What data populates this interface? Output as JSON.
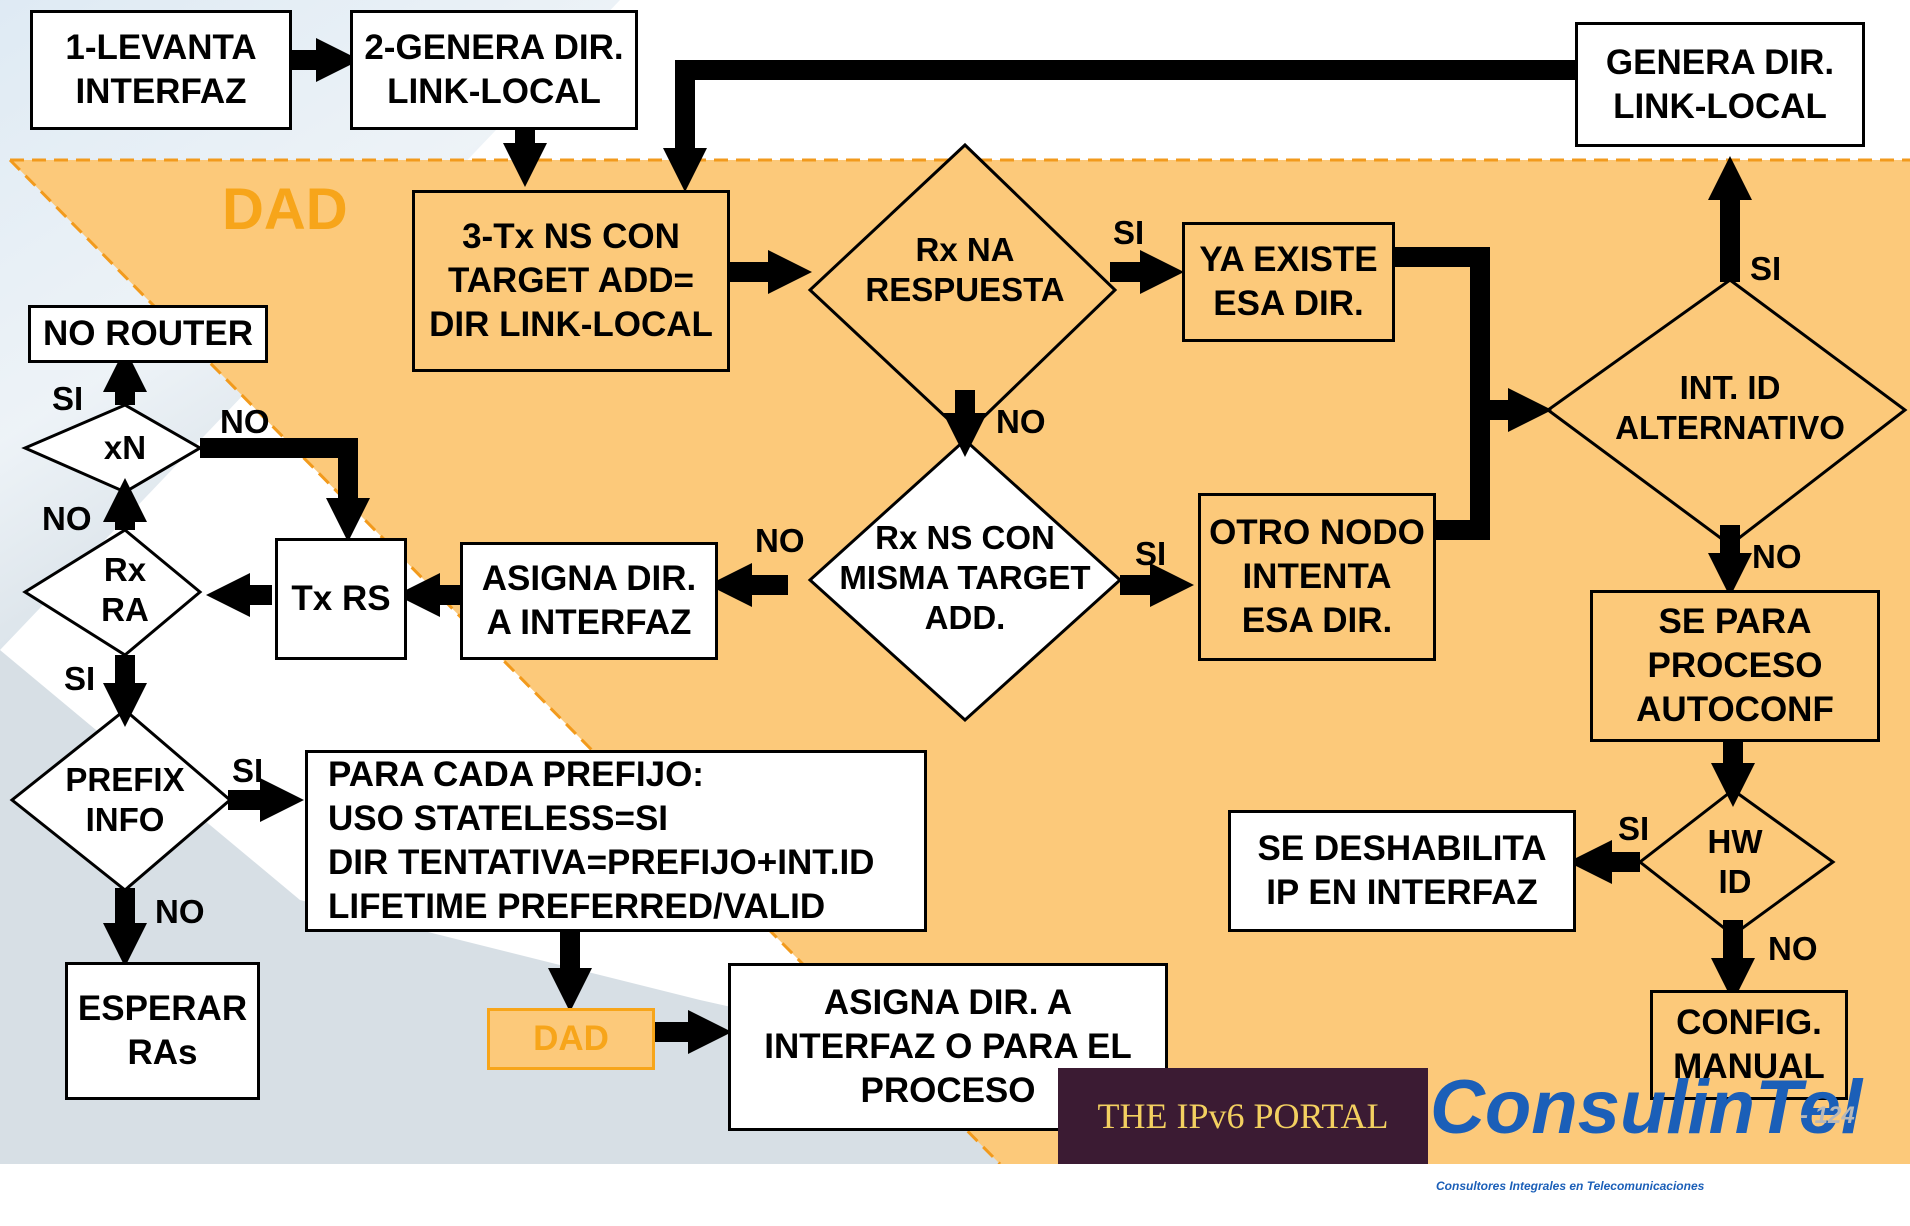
{
  "title_dad": "DAD",
  "boxes": {
    "levanta": "1-LEVANTA\nINTERFAZ",
    "genera_ll": "2-GENERA DIR.\nLINK-LOCAL",
    "genera_ll_right": "GENERA DIR.\nLINK-LOCAL",
    "tx_ns": "3-Tx NS CON\nTARGET ADD=\nDIR LINK-LOCAL",
    "ya_existe": "YA EXISTE\nESA DIR.",
    "otro_nodo": "OTRO NODO\nINTENTA\nESA DIR.",
    "no_router": "NO ROUTER",
    "tx_rs": "Tx RS",
    "asigna": "ASIGNA DIR.\nA INTERFAZ",
    "se_para": "SE PARA\nPROCESO\nAUTOCONF",
    "se_deshabilita": "SE DESHABILITA\nIP EN INTERFAZ",
    "config_manual": "CONFIG.\nMANUAL",
    "para_cada": "PARA CADA PREFIJO:\nUSO STATELESS=SI\nDIR TENTATIVA=PREFIJO+INT.ID\nLIFETIME PREFERRED/VALID",
    "esperar": "ESPERAR\nRAs",
    "dad_small": "DAD",
    "asigna_final": "ASIGNA DIR. A\nINTERFAZ O PARA EL\nPROCESO"
  },
  "decisions": {
    "rx_na": "Rx NA\nRESPUESTA",
    "rx_ns": "Rx NS CON\nMISMA TARGET\nADD.",
    "int_id": "INT. ID\nALTERNATIVO",
    "hw_id": "HW\nID",
    "xn": "xN",
    "rx_ra": "Rx\nRA",
    "prefix": "PREFIX\nINFO"
  },
  "branch_labels": {
    "rxna_si": "SI",
    "rxna_no": "NO",
    "rxns_si": "SI",
    "rxns_no": "NO",
    "intid_si": "SI",
    "intid_no": "NO",
    "hwid_si": "SI",
    "hwid_no": "NO",
    "xn_si": "SI",
    "xn_no": "NO",
    "rxra_no": "NO",
    "rxra_si": "SI",
    "prefix_si": "SI",
    "prefix_no": "NO"
  },
  "logos": {
    "portal": "THE IPv6 PORTAL",
    "consul": "ConsulinTel",
    "consul_sub": "Consultores Integrales en Telecomunicaciones"
  },
  "page_number": "- 124",
  "colors": {
    "dad_region": "#fcc97a",
    "dad_title": "#f7a51a",
    "sky": "#cfe0ee",
    "arrow": "#000000"
  }
}
